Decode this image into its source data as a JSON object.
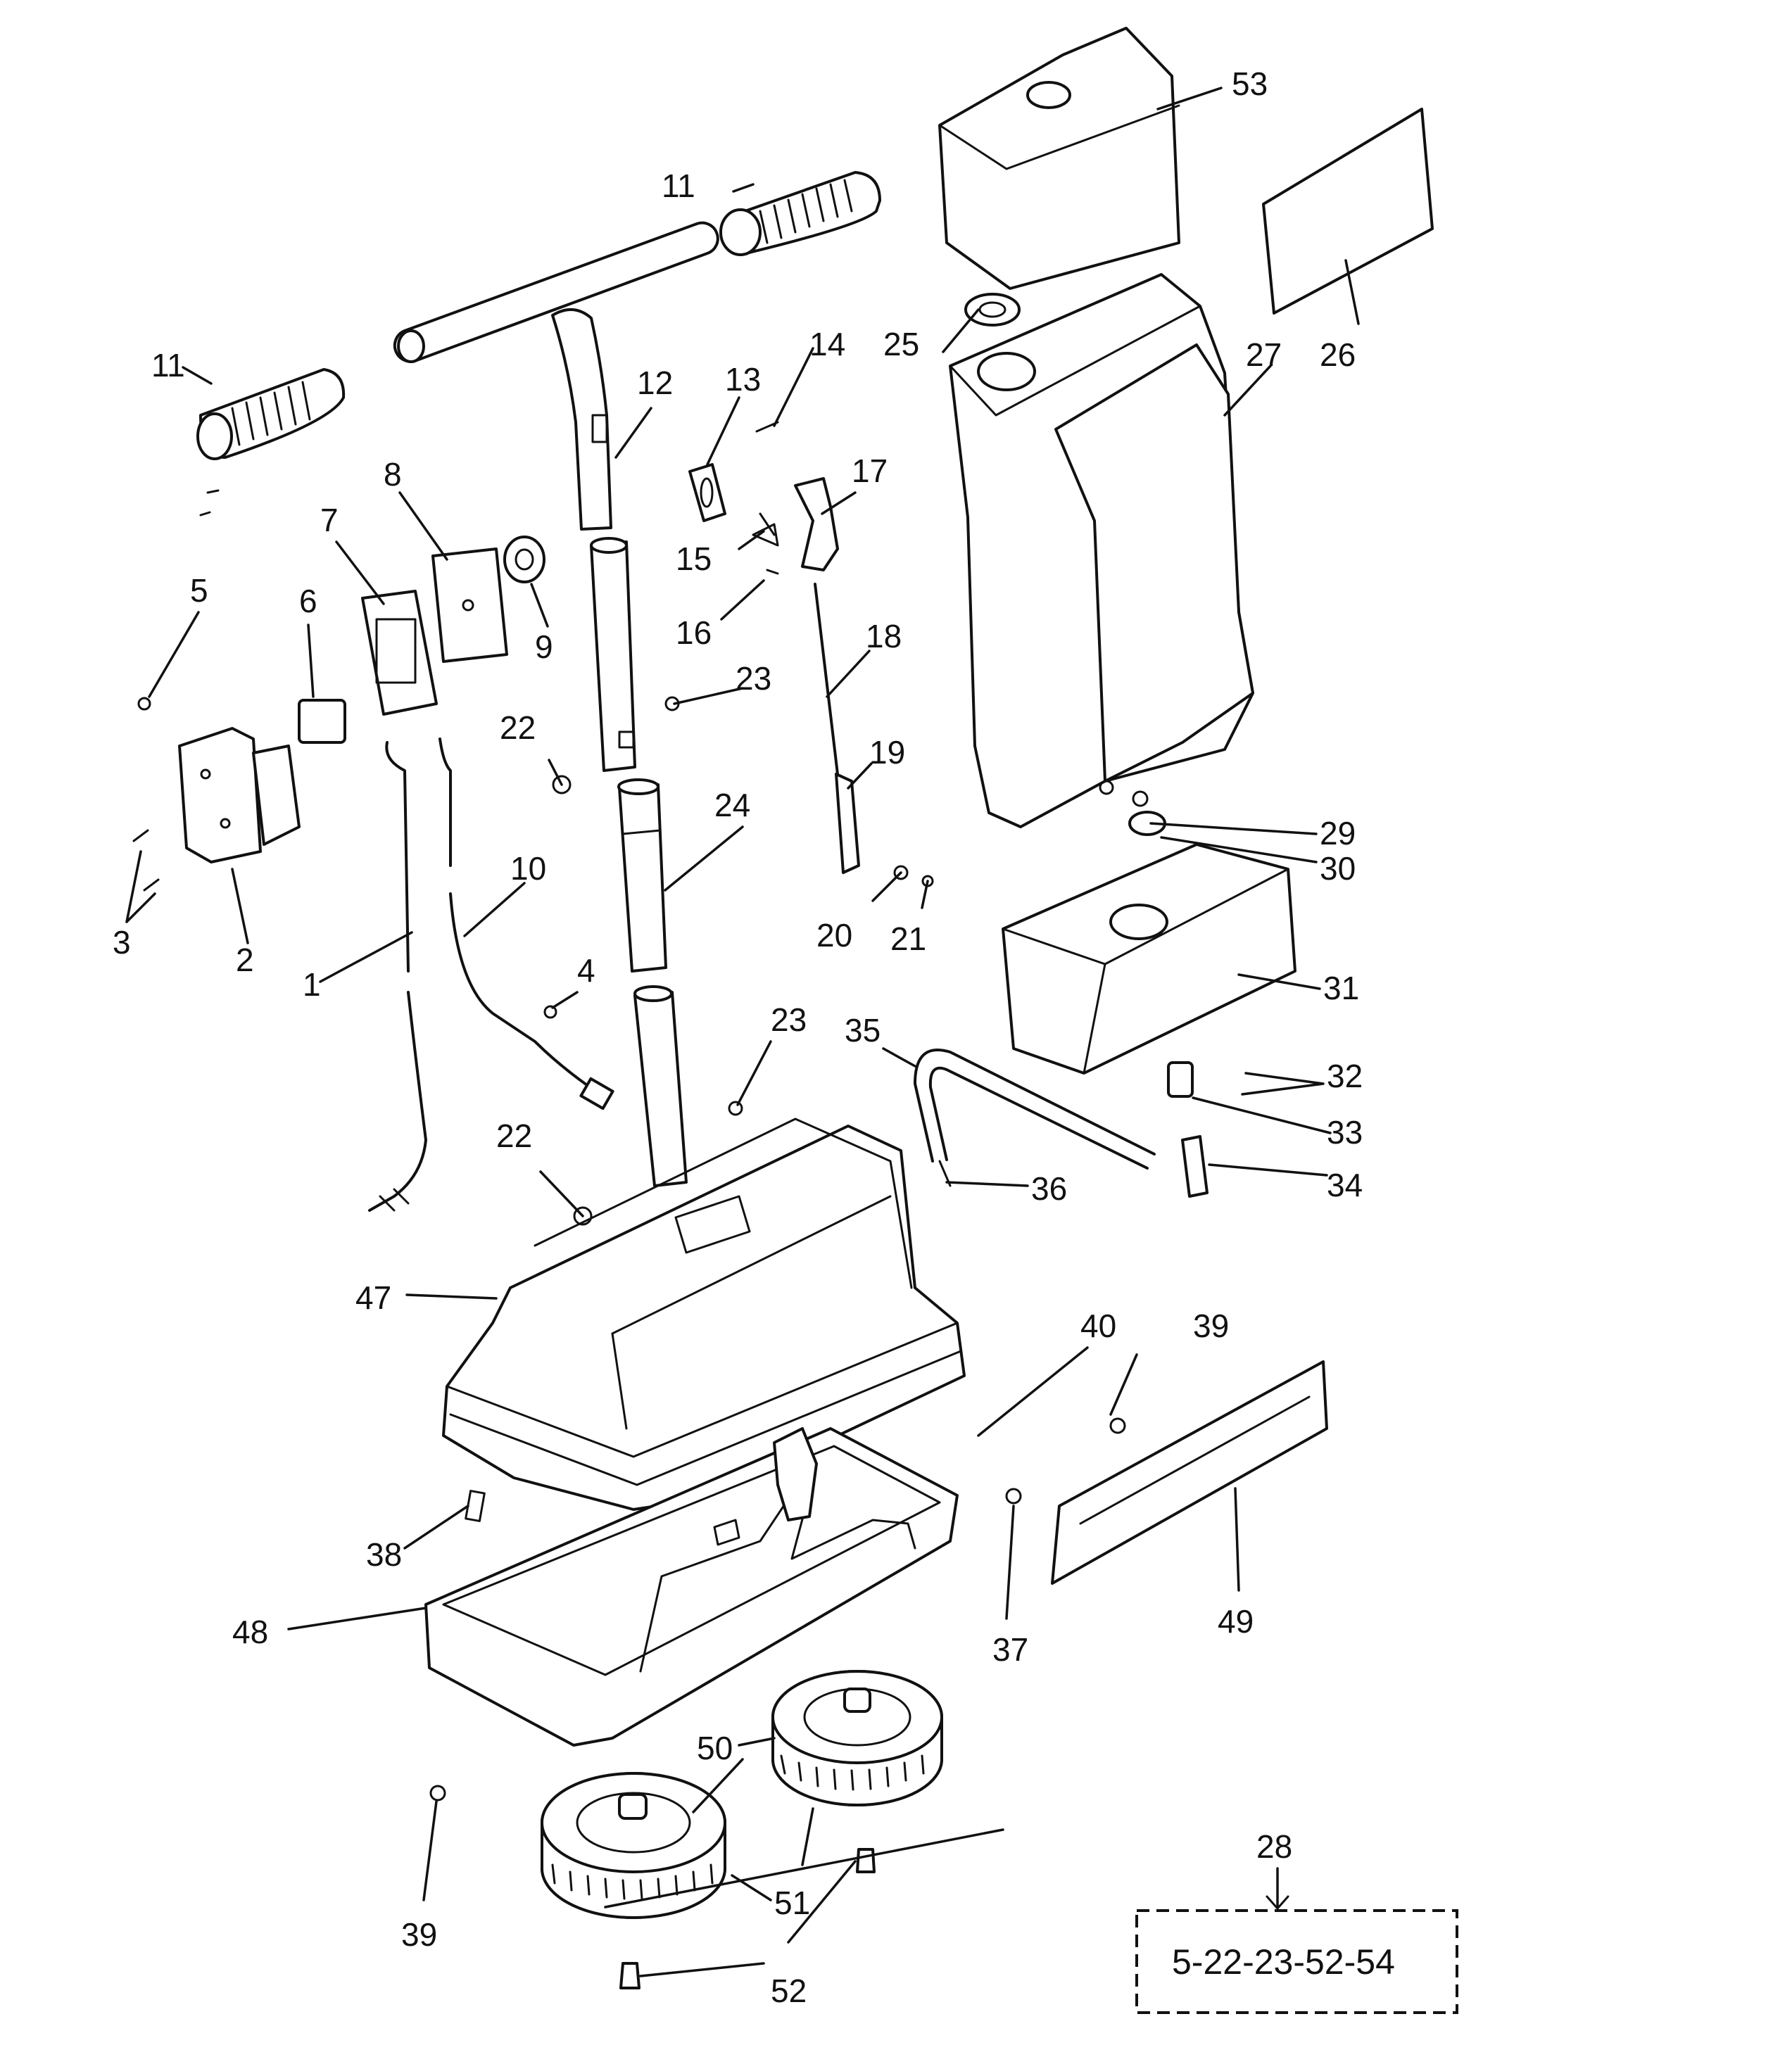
{
  "callouts": [
    {
      "n": "1"
    },
    {
      "n": "2"
    },
    {
      "n": "3"
    },
    {
      "n": "4"
    },
    {
      "n": "5"
    },
    {
      "n": "6"
    },
    {
      "n": "7"
    },
    {
      "n": "8"
    },
    {
      "n": "9"
    },
    {
      "n": "10"
    },
    {
      "n": "11"
    },
    {
      "n": "11"
    },
    {
      "n": "12"
    },
    {
      "n": "13"
    },
    {
      "n": "14"
    },
    {
      "n": "15"
    },
    {
      "n": "16"
    },
    {
      "n": "17"
    },
    {
      "n": "18"
    },
    {
      "n": "19"
    },
    {
      "n": "20"
    },
    {
      "n": "21"
    },
    {
      "n": "22"
    },
    {
      "n": "22"
    },
    {
      "n": "23"
    },
    {
      "n": "23"
    },
    {
      "n": "24"
    },
    {
      "n": "25"
    },
    {
      "n": "26"
    },
    {
      "n": "27"
    },
    {
      "n": "29"
    },
    {
      "n": "30"
    },
    {
      "n": "31"
    },
    {
      "n": "32"
    },
    {
      "n": "33"
    },
    {
      "n": "34"
    },
    {
      "n": "35"
    },
    {
      "n": "36"
    },
    {
      "n": "37"
    },
    {
      "n": "38"
    },
    {
      "n": "39"
    },
    {
      "n": "39"
    },
    {
      "n": "40"
    },
    {
      "n": "47"
    },
    {
      "n": "48"
    },
    {
      "n": "49"
    },
    {
      "n": "50"
    },
    {
      "n": "51"
    },
    {
      "n": "52"
    },
    {
      "n": "53"
    }
  ],
  "kit": {
    "number": "28",
    "contents": "5-22-23-52-54"
  },
  "colors": {
    "ink": "#111111",
    "paper": "#ffffff"
  }
}
